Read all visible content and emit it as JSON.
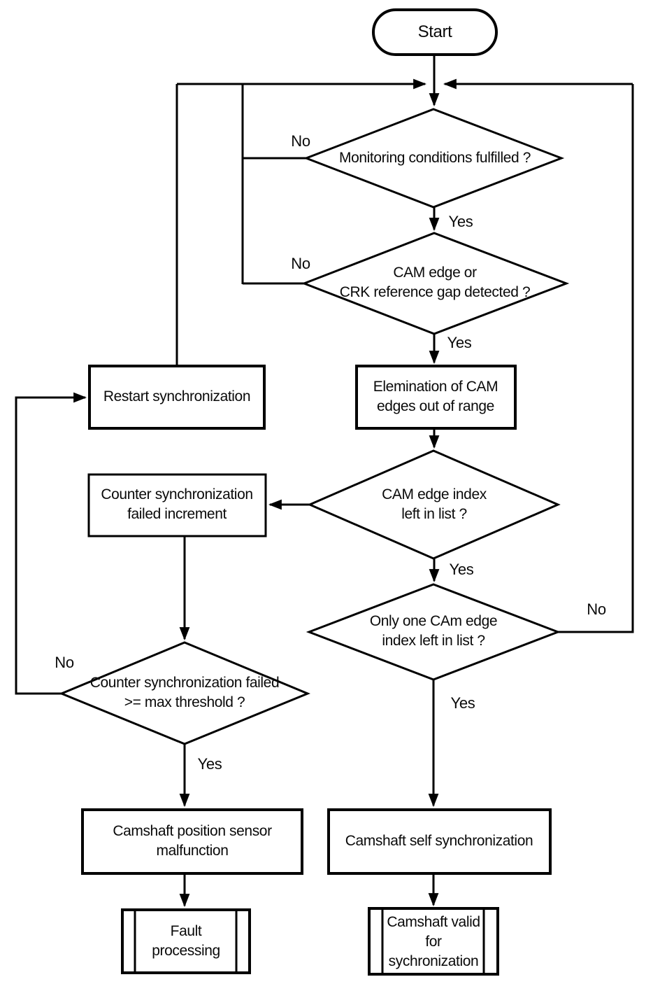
{
  "diagram": {
    "description": "Camshaft synchronization monitoring flowchart",
    "colors": {
      "line": "#000000",
      "background": "#ffffff",
      "text": "#0a0a0a"
    },
    "nodes": {
      "start": {
        "type": "terminator",
        "label": "Start"
      },
      "monitoring": {
        "type": "decision",
        "label": "Monitoring conditions fulfilled ?"
      },
      "cam_edge": {
        "type": "decision",
        "label": "CAM edge or\nCRK reference gap detected ?"
      },
      "restart": {
        "type": "process",
        "label": "Restart synchronization"
      },
      "elimination": {
        "type": "process",
        "label": "Elemination of CAM\nedges out of range"
      },
      "counter": {
        "type": "process",
        "label": "Counter synchronization\nfailed increment"
      },
      "index_left": {
        "type": "decision",
        "label": "CAM edge index\nleft in list ?"
      },
      "only_one": {
        "type": "decision",
        "label": "Only one CAm edge\nindex left in list ?"
      },
      "threshold": {
        "type": "decision",
        "label": "Counter synchronization failed\n>= max threshold ?"
      },
      "malfunction": {
        "type": "process",
        "label": "Camshaft position sensor\nmalfunction"
      },
      "self_sync": {
        "type": "process",
        "label": "Camshaft self synchronization"
      },
      "fault": {
        "type": "predefined-process",
        "label": "Fault\nprocessing"
      },
      "valid": {
        "type": "predefined-process",
        "label": "Camshaft valid\nfor\nsychronization"
      }
    },
    "edge_labels": {
      "monitoring_no": "No",
      "monitoring_yes": "Yes",
      "cam_edge_no": "No",
      "cam_edge_yes": "Yes",
      "index_left_yes": "Yes",
      "only_one_no": "No",
      "only_one_yes": "Yes",
      "threshold_no": "No",
      "threshold_yes": "Yes"
    }
  }
}
